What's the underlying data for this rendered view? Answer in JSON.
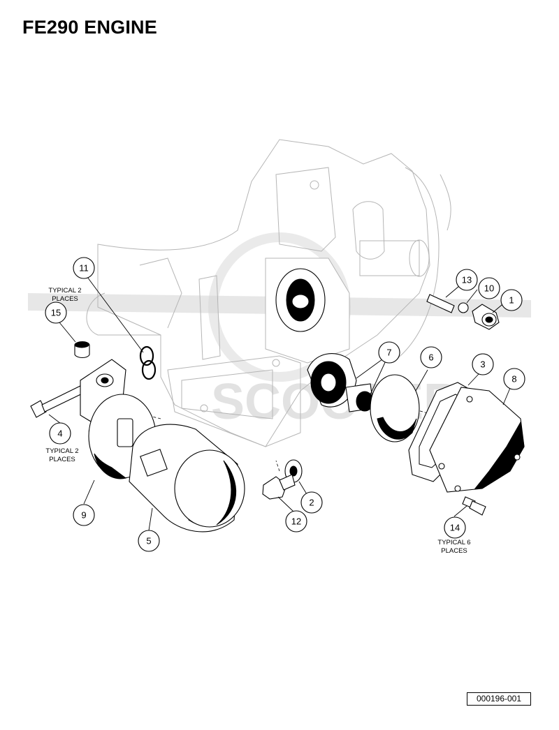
{
  "title": "FE290 ENGINE",
  "drawing_number": "000196-001",
  "callouts": [
    {
      "id": "c1",
      "label": "1"
    },
    {
      "id": "c2",
      "label": "2"
    },
    {
      "id": "c3",
      "label": "3"
    },
    {
      "id": "c4",
      "label": "4"
    },
    {
      "id": "c5",
      "label": "5"
    },
    {
      "id": "c6",
      "label": "6"
    },
    {
      "id": "c7",
      "label": "7"
    },
    {
      "id": "c8",
      "label": "8"
    },
    {
      "id": "c9",
      "label": "9"
    },
    {
      "id": "c10",
      "label": "10"
    },
    {
      "id": "c11",
      "label": "11"
    },
    {
      "id": "c12",
      "label": "12"
    },
    {
      "id": "c13",
      "label": "13"
    },
    {
      "id": "c14",
      "label": "14"
    },
    {
      "id": "c15",
      "label": "15"
    }
  ],
  "notes": {
    "typical_2_a": {
      "line1": "TYPICAL 2",
      "line2": "PLACES"
    },
    "typical_2_b": {
      "line1": "TYPICAL 2",
      "line2": "PLACES"
    },
    "typical_6": {
      "line1": "TYPICAL 6",
      "line2": "PLACES"
    }
  },
  "watermark": "SCOOTER"
}
